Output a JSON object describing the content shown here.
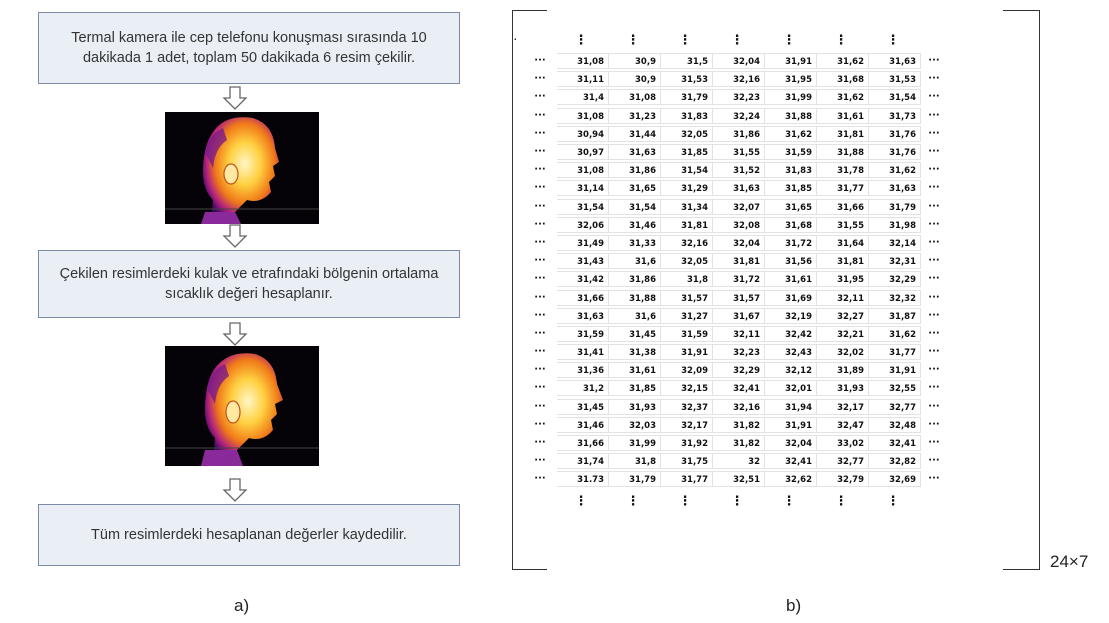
{
  "flowchart": {
    "step1": "Termal kamera ile cep telefonu konuşması sırasında  10 dakikada 1 adet, toplam 50 dakikada 6 resim çekilir.",
    "step2": "Çekilen resimlerdeki kulak ve etrafındaki bölgenin ortalama sıcaklık değeri hesaplanır.",
    "step3": "Tüm resimlerdeki hesaplanan değerler kaydedilir."
  },
  "matrix": {
    "dimension_label": "24×7",
    "ellipsis_h": "···",
    "ellipsis_v": "⋮",
    "corner_dot": "·",
    "rows": [
      [
        "31,08",
        "30,9",
        "31,5",
        "32,04",
        "31,91",
        "31,62",
        "31,63"
      ],
      [
        "31,11",
        "30,9",
        "31,53",
        "32,16",
        "31,95",
        "31,68",
        "31,53"
      ],
      [
        "31,4",
        "31,08",
        "31,79",
        "32,23",
        "31,99",
        "31,62",
        "31,54"
      ],
      [
        "31,08",
        "31,23",
        "31,83",
        "32,24",
        "31,88",
        "31,61",
        "31,73"
      ],
      [
        "30,94",
        "31,44",
        "32,05",
        "31,86",
        "31,62",
        "31,81",
        "31,76"
      ],
      [
        "30,97",
        "31,63",
        "31,85",
        "31,55",
        "31,59",
        "31,88",
        "31,76"
      ],
      [
        "31,08",
        "31,86",
        "31,54",
        "31,52",
        "31,83",
        "31,78",
        "31,62"
      ],
      [
        "31,14",
        "31,65",
        "31,29",
        "31,63",
        "31,85",
        "31,77",
        "31,63"
      ],
      [
        "31,54",
        "31,54",
        "31,34",
        "32,07",
        "31,65",
        "31,66",
        "31,79"
      ],
      [
        "32,06",
        "31,46",
        "31,81",
        "32,08",
        "31,68",
        "31,55",
        "31,98"
      ],
      [
        "31,49",
        "31,33",
        "32,16",
        "32,04",
        "31,72",
        "31,64",
        "32,14"
      ],
      [
        "31,43",
        "31,6",
        "32,05",
        "31,81",
        "31,56",
        "31,81",
        "32,31"
      ],
      [
        "31,42",
        "31,86",
        "31,8",
        "31,72",
        "31,61",
        "31,95",
        "32,29"
      ],
      [
        "31,66",
        "31,88",
        "31,57",
        "31,57",
        "31,69",
        "32,11",
        "32,32"
      ],
      [
        "31,63",
        "31,6",
        "31,27",
        "31,67",
        "32,19",
        "32,27",
        "31,87"
      ],
      [
        "31,59",
        "31,45",
        "31,59",
        "32,11",
        "32,42",
        "32,21",
        "31,62"
      ],
      [
        "31,41",
        "31,38",
        "31,91",
        "32,23",
        "32,43",
        "32,02",
        "31,77"
      ],
      [
        "31,36",
        "31,61",
        "32,09",
        "32,29",
        "32,12",
        "31,89",
        "31,91"
      ],
      [
        "31,2",
        "31,85",
        "32,15",
        "32,41",
        "32,01",
        "31,93",
        "32,55"
      ],
      [
        "31,45",
        "31,93",
        "32,37",
        "32,16",
        "31,94",
        "32,17",
        "32,77"
      ],
      [
        "31,46",
        "32,03",
        "32,17",
        "31,82",
        "31,91",
        "32,47",
        "32,48"
      ],
      [
        "31,66",
        "31,99",
        "31,92",
        "31,82",
        "32,04",
        "33,02",
        "32,41"
      ],
      [
        "31,74",
        "31,8",
        "31,75",
        "32",
        "32,41",
        "32,77",
        "32,82"
      ],
      [
        "31.73",
        "31,79",
        "31,77",
        "32,51",
        "32,62",
        "32,79",
        "32,69"
      ]
    ]
  },
  "captions": {
    "a": "a)",
    "b": "b)"
  },
  "colors": {
    "box_fill": "#eaeff6",
    "box_border": "#7c8aa3"
  }
}
